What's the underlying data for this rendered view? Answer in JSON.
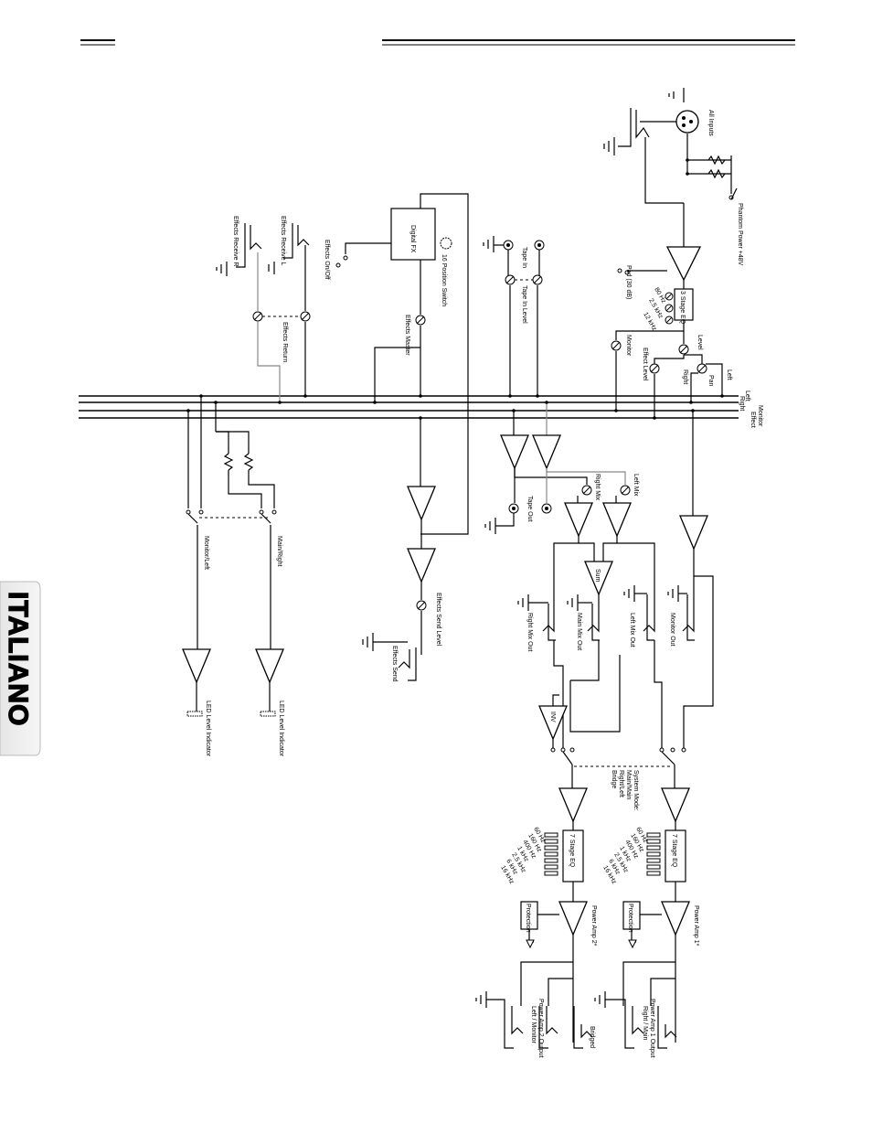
{
  "side_tab": {
    "language": "ITALIANO"
  },
  "buses": [
    "Left",
    "Right",
    "Monitor",
    "Effect"
  ],
  "channel": {
    "input": "All Inputs",
    "phantom": "Phantom Power +48V",
    "pad": "Pad (30 dB)",
    "eq_title": "3 Stage EQ",
    "eq_bands": [
      "80 Hz",
      "2.5 kHz",
      "12 kHz"
    ],
    "level": "Level",
    "monitor": "Monitor",
    "effect_level": "Effect Level",
    "pan": "Pan",
    "pan_left": "Left",
    "pan_right": "Right"
  },
  "tape": {
    "in": "Tape In",
    "in_level": "Tape In Level",
    "out": "Tape Out"
  },
  "fx": {
    "digital": "Digital FX",
    "switch": "16 Position Switch",
    "master": "Effects Master",
    "on_off": "Effects On/Off",
    "receive_l": "Effects Receive L",
    "receive_r": "Effects Receive R",
    "return": "Effects Return",
    "send_level": "Effects Send Level",
    "send": "Effects Send"
  },
  "mix": {
    "right_mix": "Right Mix",
    "left_mix": "Left Mix",
    "sum": "Sum",
    "inv": "INV",
    "outputs": [
      "Right Mix Out",
      "Main Mix Out",
      "Left Mix Out",
      "Monitor Out"
    ]
  },
  "meters": {
    "monitor_left": "Monitor/Left",
    "main_right": "Main/Right",
    "led": "LED Level Indicator"
  },
  "system_mode": [
    "System Mode:",
    "Main/Main",
    "Right/Left",
    "Bridge"
  ],
  "graphic_eq": {
    "title": "7 Stage EQ",
    "bands": [
      "60 Hz",
      "160 Hz",
      "400 Hz",
      "1 kHz",
      "2.5 kHz",
      "6 kHz",
      "16 kHz"
    ]
  },
  "power": {
    "amp1": "Power Amp 1*",
    "amp2": "Power Amp 2*",
    "protection": "Protection",
    "out1": [
      "Power Amp 1 Output",
      "Right / Main"
    ],
    "out2": [
      "Power Amp 2 Output",
      "Left / Monitor"
    ],
    "bridged": "Bridged"
  }
}
